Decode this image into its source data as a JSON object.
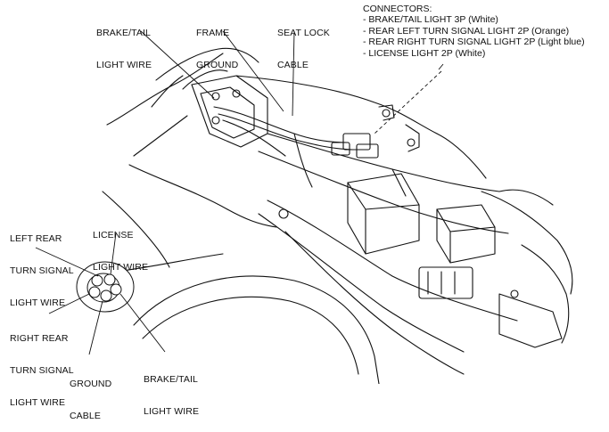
{
  "labels": {
    "brake_tail_top": [
      "BRAKE/TAIL",
      "LIGHT WIRE"
    ],
    "frame_ground": [
      "FRAME",
      "GROUND"
    ],
    "seat_lock_cable": [
      "SEAT LOCK",
      "CABLE"
    ],
    "connectors_title": "CONNECTORS:",
    "connectors": [
      "- BRAKE/TAIL LIGHT 3P (White)",
      "- REAR LEFT TURN SIGNAL LIGHT 2P (Orange)",
      "- REAR RIGHT TURN SIGNAL LIGHT 2P (Light blue)",
      "- LICENSE LIGHT 2P (White)"
    ],
    "left_rear_turn": [
      "LEFT REAR",
      "TURN SIGNAL",
      "LIGHT WIRE"
    ],
    "license_light_wire": [
      "LICENSE",
      "LIGHT WIRE"
    ],
    "right_rear_turn": [
      "RIGHT REAR",
      "TURN SIGNAL",
      "LIGHT WIRE"
    ],
    "ground_cable": [
      "GROUND",
      "CABLE"
    ],
    "brake_tail_bottom": [
      "BRAKE/TAIL",
      "LIGHT WIRE"
    ]
  }
}
